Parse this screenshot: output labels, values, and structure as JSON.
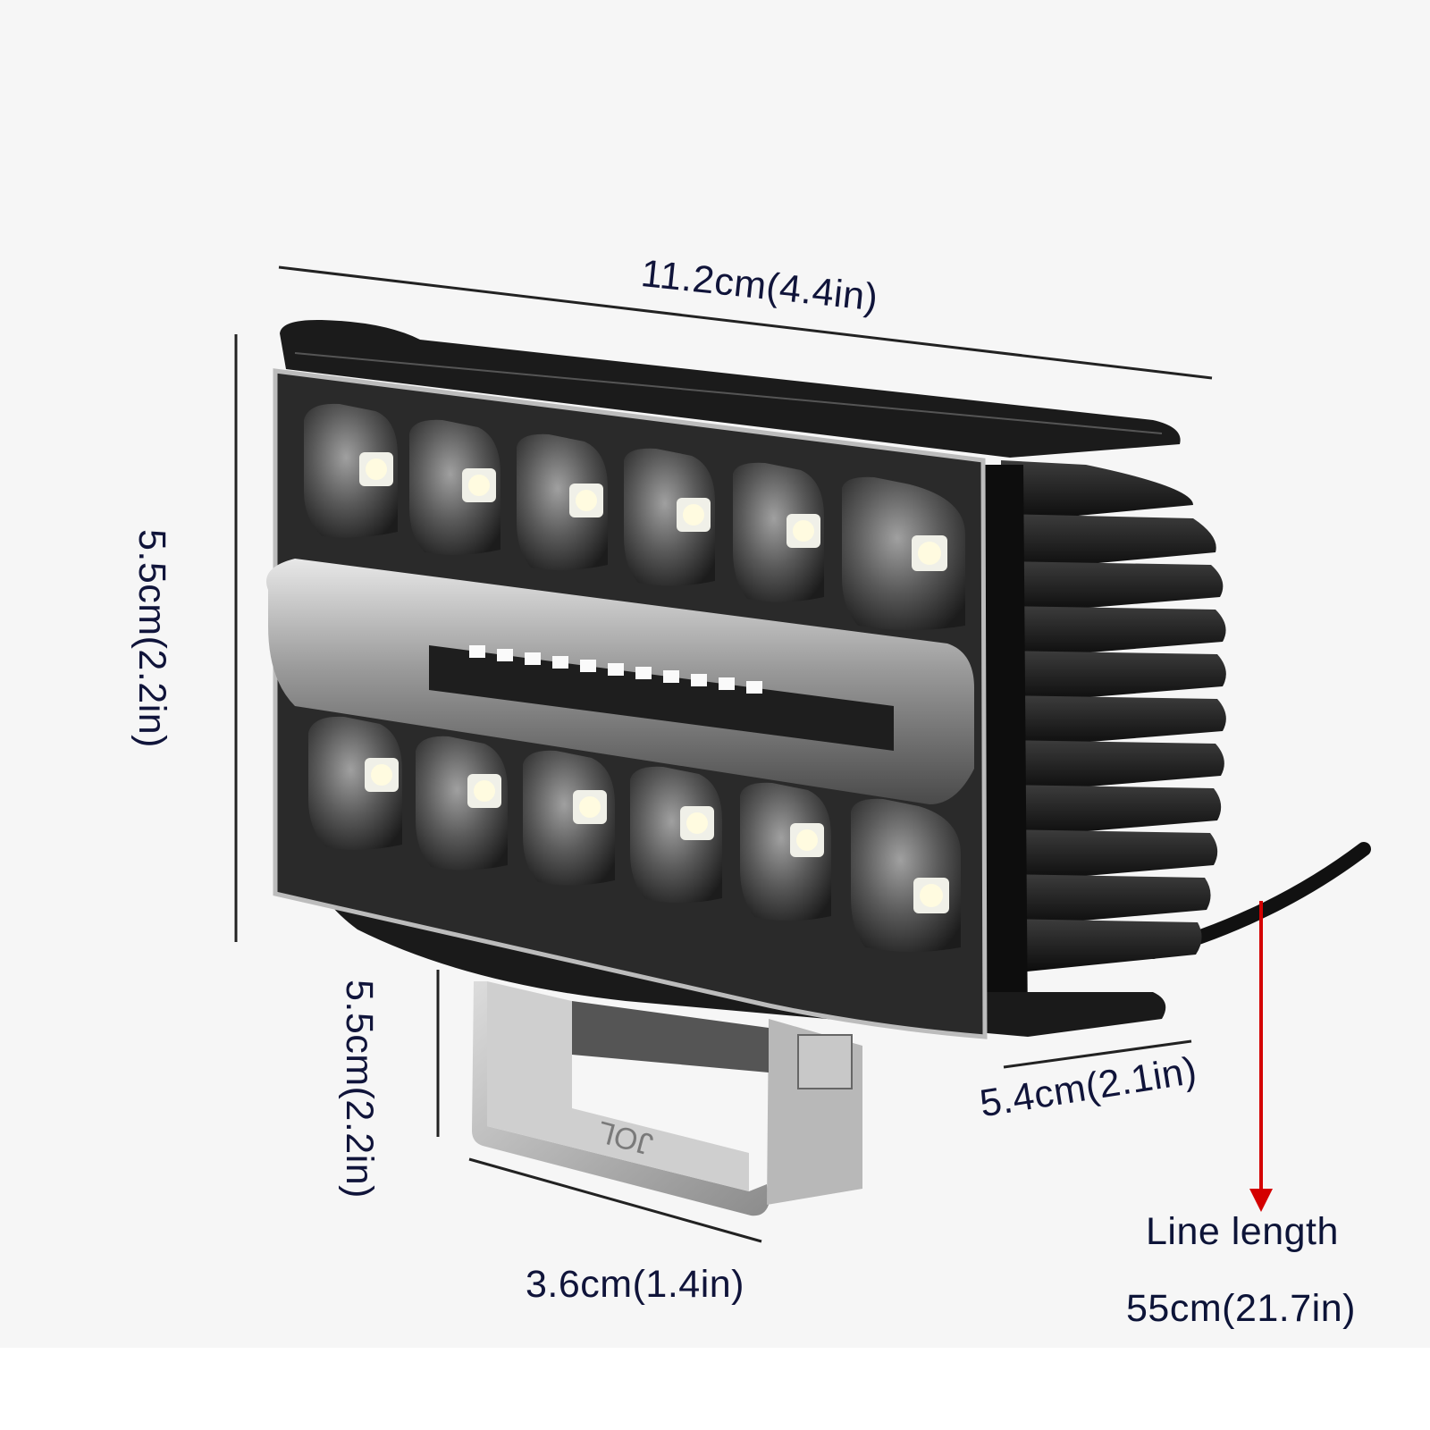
{
  "dimensions": {
    "length": "11.2cm(4.4in)",
    "height": "5.5cm(2.2in)",
    "bracket_height": "5.5cm(2.2in)",
    "depth": "5.4cm(2.1in)",
    "bracket_width": "3.6cm(1.4in)"
  },
  "cable": {
    "title": "Line length",
    "value": "55cm(21.7in)"
  },
  "bracket_stamp": "JOL",
  "colors": {
    "background": "#f6f6f6",
    "label_text": "#10143a",
    "housing": "#1a1a1a",
    "arrow": "#d40000"
  }
}
